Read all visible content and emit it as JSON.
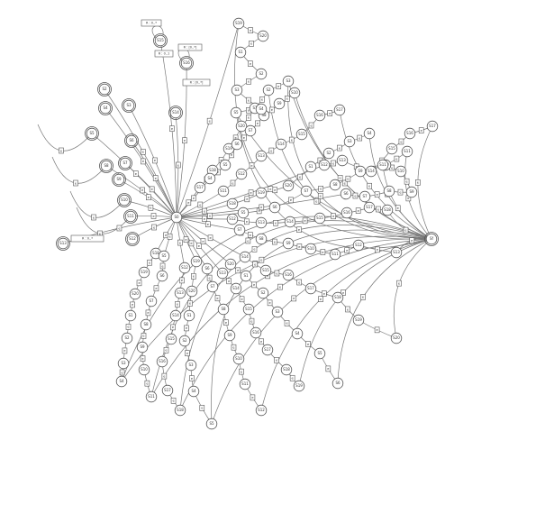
{
  "diagram": {
    "hub_label": "S0",
    "sink_label": "Sf",
    "node_labels": [
      "S1",
      "S2",
      "S3",
      "S4",
      "S5",
      "S6",
      "S7",
      "S8",
      "S9",
      "S10",
      "S11",
      "S12",
      "S13",
      "S14",
      "S15",
      "S16",
      "S17",
      "S18",
      "S19",
      "S20"
    ],
    "edge_label": "e",
    "notes": [
      "R : 0..*",
      "R : 0..1",
      "R : [0..*]",
      "R : [0..*]"
    ]
  }
}
